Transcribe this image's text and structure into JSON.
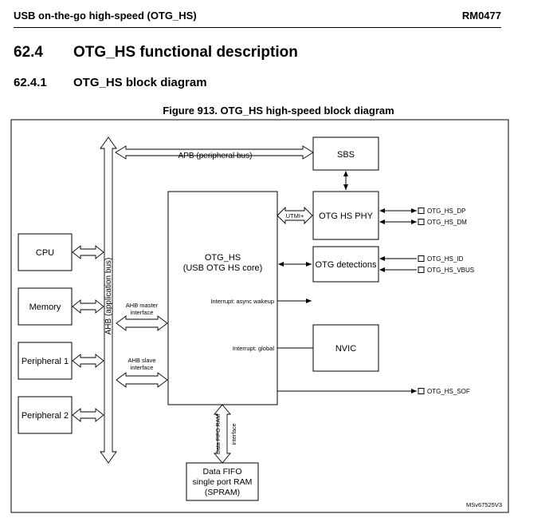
{
  "header": {
    "left": "USB on-the-go high-speed (OTG_HS)",
    "right": "RM0477"
  },
  "section": {
    "number": "62.4",
    "title": "OTG_HS functional description"
  },
  "subsection": {
    "number": "62.4.1",
    "title": "OTG_HS block diagram"
  },
  "figure": {
    "caption": "Figure 913. OTG_HS high-speed block diagram",
    "id": "MSv67525V3"
  },
  "blocks": {
    "cpu": "CPU",
    "memory": "Memory",
    "peripheral1": "Peripheral 1",
    "peripheral2": "Peripheral 2",
    "sbs": "SBS",
    "otg_core_line1": "OTG_HS",
    "otg_core_line2": "(USB OTG HS core)",
    "phy": "OTG HS PHY",
    "detections": "OTG detections",
    "nvic": "NVIC",
    "fifo_line1": "Data FIFO",
    "fifo_line2": "single port RAM",
    "fifo_line3": "(SPRAM)"
  },
  "labels": {
    "apb": "APB (peripheral bus)",
    "ahb": "AHB (application bus)",
    "utmi": "UTMI+",
    "ahb_master_1": "AHB master",
    "ahb_master_2": "interface",
    "ahb_slave_1": "AHB slave",
    "ahb_slave_2": "interface",
    "irq_async": "Interrupt: async wakeup",
    "irq_global": "Interrupt: global",
    "fifo_if_1": "Data FIFO RAM",
    "fifo_if_2": "interface"
  },
  "pins": {
    "dp": "OTG_HS_DP",
    "dm": "OTG_HS_DM",
    "id": "OTG_HS_ID",
    "vbus": "OTG_HS_VBUS",
    "sof": "OTG_HS_SOF"
  }
}
